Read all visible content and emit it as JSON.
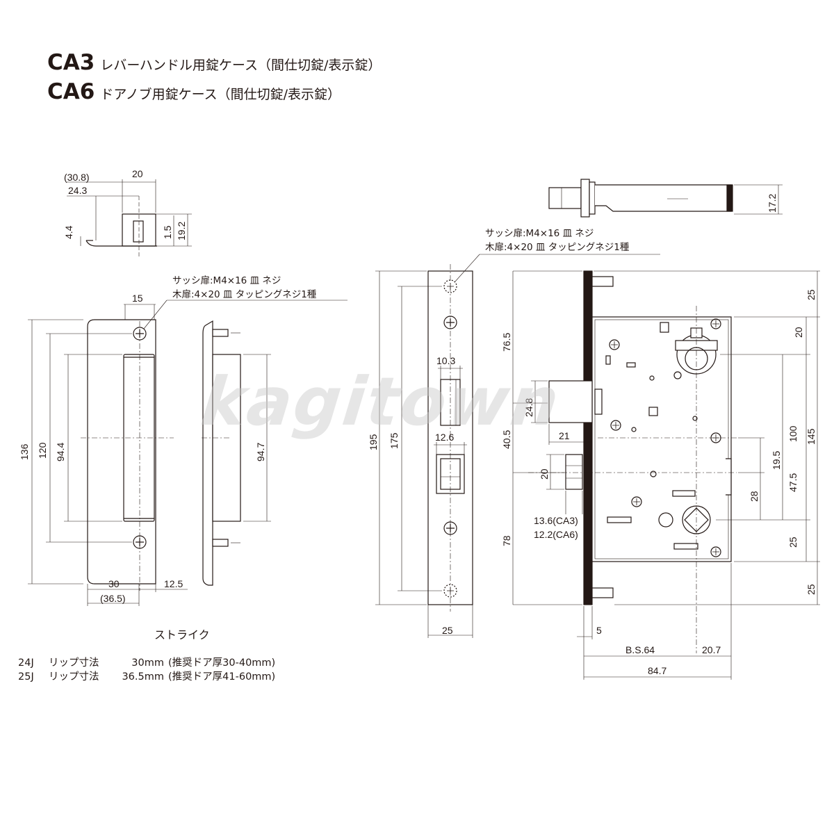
{
  "titles": [
    {
      "code": "CA3",
      "desc": "レバーハンドル用錠ケース（間仕切錠/表示錠）"
    },
    {
      "code": "CA6",
      "desc": "ドアノブ用錠ケース（間仕切錠/表示錠）"
    }
  ],
  "screw_note": {
    "line1": "サッシ扉:M4×16 皿 ネジ",
    "line2": "木扉:4×20 皿 タッピングネジ1種"
  },
  "strike_caption": "ストライク",
  "lip_notes": [
    {
      "code": "24J",
      "label": "リップ寸法",
      "value": "30mm",
      "note": "(推奨ドア厚30-40mm)"
    },
    {
      "code": "25J",
      "label": "リップ寸法",
      "value": "36.5mm",
      "note": "(推奨ドア厚41-60mm)"
    }
  ],
  "watermark": "kagitown",
  "dims": {
    "top_small": {
      "w20": "20",
      "w308": "(30.8)",
      "w243": "24.3",
      "h44": "4.4",
      "h15": "1.5",
      "h192": "19.2"
    },
    "strike": {
      "w15": "15",
      "h136": "136",
      "h120": "120",
      "h944": "94.4",
      "w30": "30",
      "w125": "12.5",
      "w365": "(36.5)"
    },
    "strike_side": {
      "h947": "94.7"
    },
    "face": {
      "h195": "195",
      "h175": "175",
      "w103": "10.3",
      "w126": "12.6",
      "w25": "25"
    },
    "case_top": {
      "h172": "17.2"
    },
    "case": {
      "h765": "76.5",
      "h248": "24.8",
      "h405": "40.5",
      "w21": "21",
      "h20l": "20",
      "h136ca3": "13.6(CA3)",
      "h122ca6": "12.2(CA6)",
      "h78": "78",
      "r25a": "25",
      "r20": "20",
      "r195": "19.5",
      "r475": "47.5",
      "r28": "28",
      "r100": "100",
      "r145": "145",
      "r25b": "25",
      "r25c": "25",
      "w5": "5",
      "bs": "B.S.64",
      "w207": "20.7",
      "w847": "84.7"
    }
  }
}
